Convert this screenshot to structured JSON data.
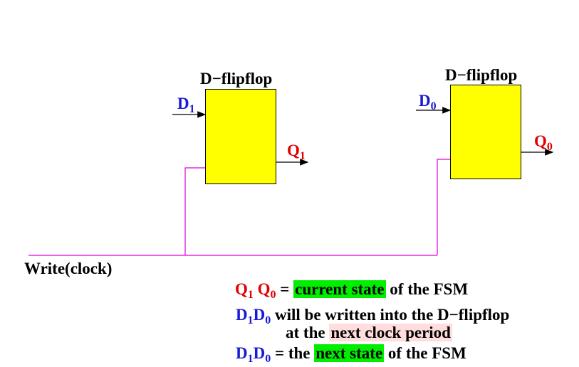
{
  "flipflops": [
    {
      "title": "D−flipflop",
      "input_main": "D",
      "input_sub": "1",
      "output_main": "Q",
      "output_sub": "1"
    },
    {
      "title": "D−flipflop",
      "input_main": "D",
      "input_sub": "0",
      "output_main": "Q",
      "output_sub": "0"
    }
  ],
  "clock_label": "Write(clock)",
  "colors": {
    "box_fill": "#ffff00",
    "wire": "#e000e0",
    "input_label": "#1a1ad6",
    "output_label": "#e00000",
    "current_highlight": "#00ee00",
    "next_clock_highlight": "#ffdddd",
    "next_state_highlight": "#00ee00"
  },
  "notes": {
    "line1": {
      "q1": "Q",
      "q1_sub": "1",
      "q0": "Q",
      "q0_sub": "0",
      "eq": "=",
      "highlight": "current state",
      "rest": "of the FSM"
    },
    "line2": {
      "d1": "D",
      "d1_sub": "1",
      "d0": "D",
      "d0_sub": "0",
      "rest": "will be written into the D−flipflop"
    },
    "line3": {
      "prefix": "at the",
      "highlight": "next clock period"
    },
    "line4": {
      "d1": "D",
      "d1_sub": "1",
      "d0": "D",
      "d0_sub": "0",
      "eq": "= the",
      "highlight": "next state",
      "rest": "of the FSM"
    }
  }
}
